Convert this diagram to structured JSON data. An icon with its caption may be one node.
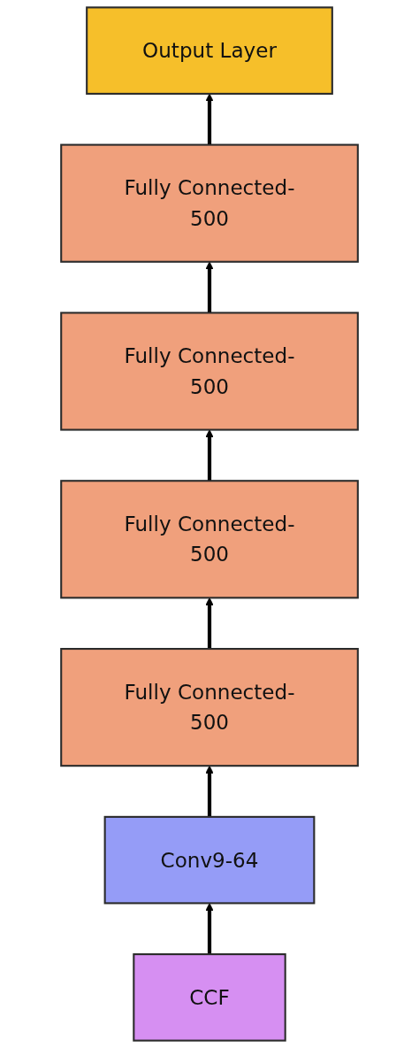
{
  "diagram": {
    "nodes": [
      {
        "text": [
          "Output Layer"
        ]
      },
      {
        "text": [
          "Fully Connected-500"
        ]
      },
      {
        "text": [
          "Fully Connected-500"
        ]
      },
      {
        "text": [
          "Fully Connected-500"
        ]
      },
      {
        "text": [
          "Fully Connected-500"
        ]
      },
      {
        "text": [
          "Conv9-64"
        ]
      },
      {
        "text": [
          "CCF"
        ]
      }
    ],
    "edges": [
      {
        "from": 6,
        "to": 5,
        "arrow": "to"
      },
      {
        "from": 5,
        "to": 4,
        "arrow": "to"
      },
      {
        "from": 4,
        "to": 3,
        "arrow": "to"
      },
      {
        "from": 3,
        "to": 2,
        "arrow": "to"
      },
      {
        "from": 2,
        "to": 1,
        "arrow": "to"
      },
      {
        "from": 1,
        "to": 0,
        "arrow": "to"
      }
    ]
  }
}
